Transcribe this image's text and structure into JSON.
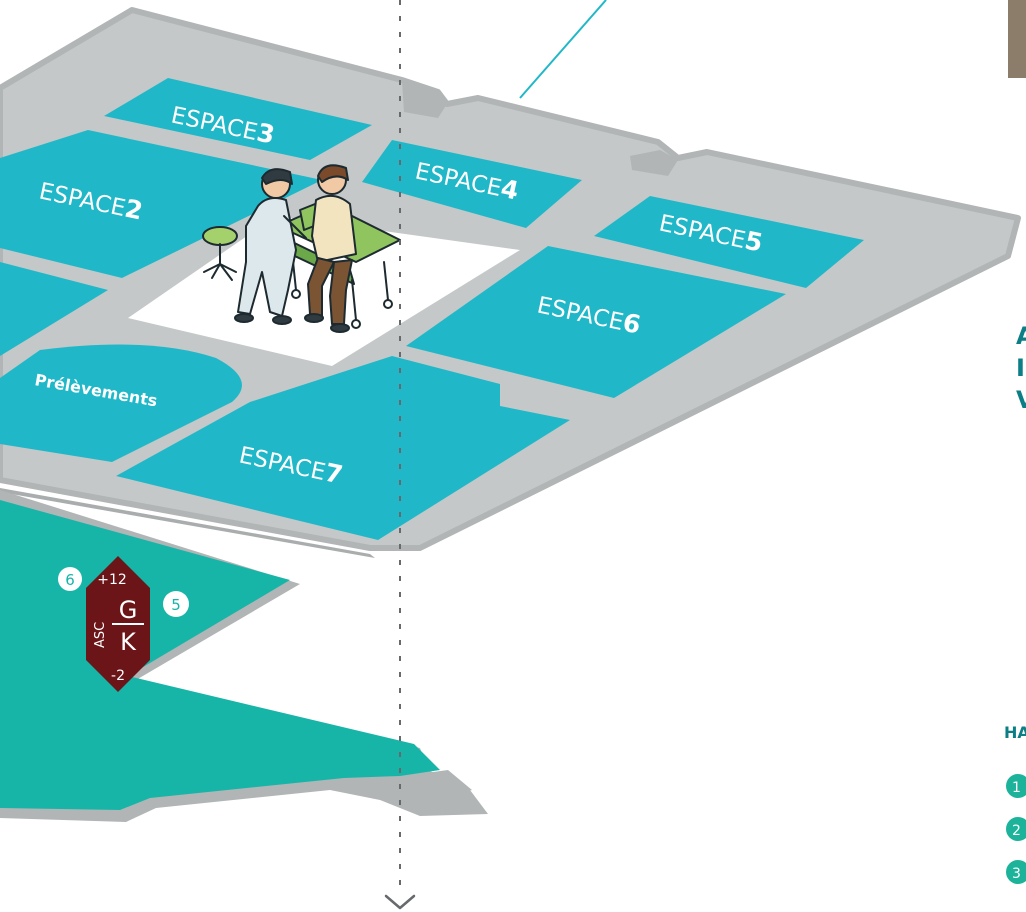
{
  "rooms": [
    {
      "word": "ESPACE",
      "num": "2"
    },
    {
      "word": "ESPACE",
      "num": "3"
    },
    {
      "word": "ESPACE",
      "num": "4"
    },
    {
      "word": "ESPACE",
      "num": "5"
    },
    {
      "word": "ESPACE",
      "num": "6"
    },
    {
      "word": "ESPACE",
      "num": "7"
    }
  ],
  "prelevements": "Prélèvements",
  "elevator": {
    "asc": "ASC",
    "top_letter": "G",
    "bottom_letter": "K",
    "up": "+12",
    "down": "-2",
    "badge_left": "6",
    "badge_right": "5"
  },
  "side": {
    "heading": "HA",
    "cut_letters": [
      "A",
      "I",
      "V"
    ],
    "list_numbers": [
      "1",
      "2",
      "3"
    ]
  },
  "colors": {
    "room": "#20b8c8",
    "room_alt": "#1fb6c6",
    "floor": "#c4c8c9",
    "wall": "#b1b5b6",
    "teal_floor": "#17b5a8",
    "elevator": "#6b1518",
    "accent_text": "#0b7e86"
  }
}
